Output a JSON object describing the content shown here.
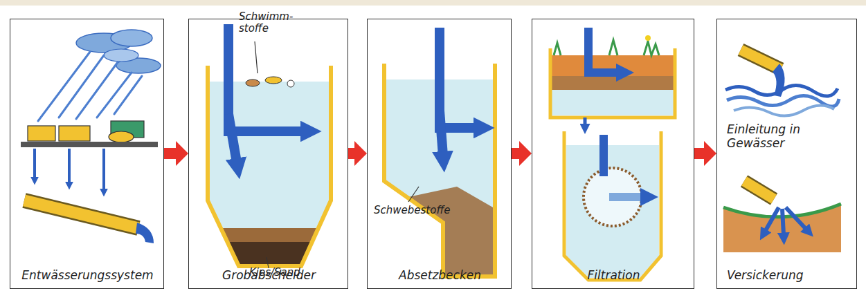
{
  "diagram": {
    "nodes": [
      {
        "text": [
          "Entwässerungssystem"
        ]
      },
      {
        "text": [
          "Grobabscheider"
        ]
      },
      {
        "text": [
          "Absetzbecken"
        ]
      },
      {
        "text": [
          "Filtration"
        ]
      },
      {
        "text": [
          "Einleitung in Gewässer",
          "Versickerung"
        ]
      }
    ],
    "edges": [
      {
        "from": 0,
        "to": 1,
        "arrow": "to"
      },
      {
        "from": 1,
        "to": 2,
        "arrow": "to"
      },
      {
        "from": 2,
        "to": 3,
        "arrow": "to"
      },
      {
        "from": 3,
        "to": 4,
        "arrow": "to"
      }
    ],
    "labels": [
      "Schwimm- stoffe",
      "Kies/Sand",
      "Schwebestoffe"
    ]
  }
}
